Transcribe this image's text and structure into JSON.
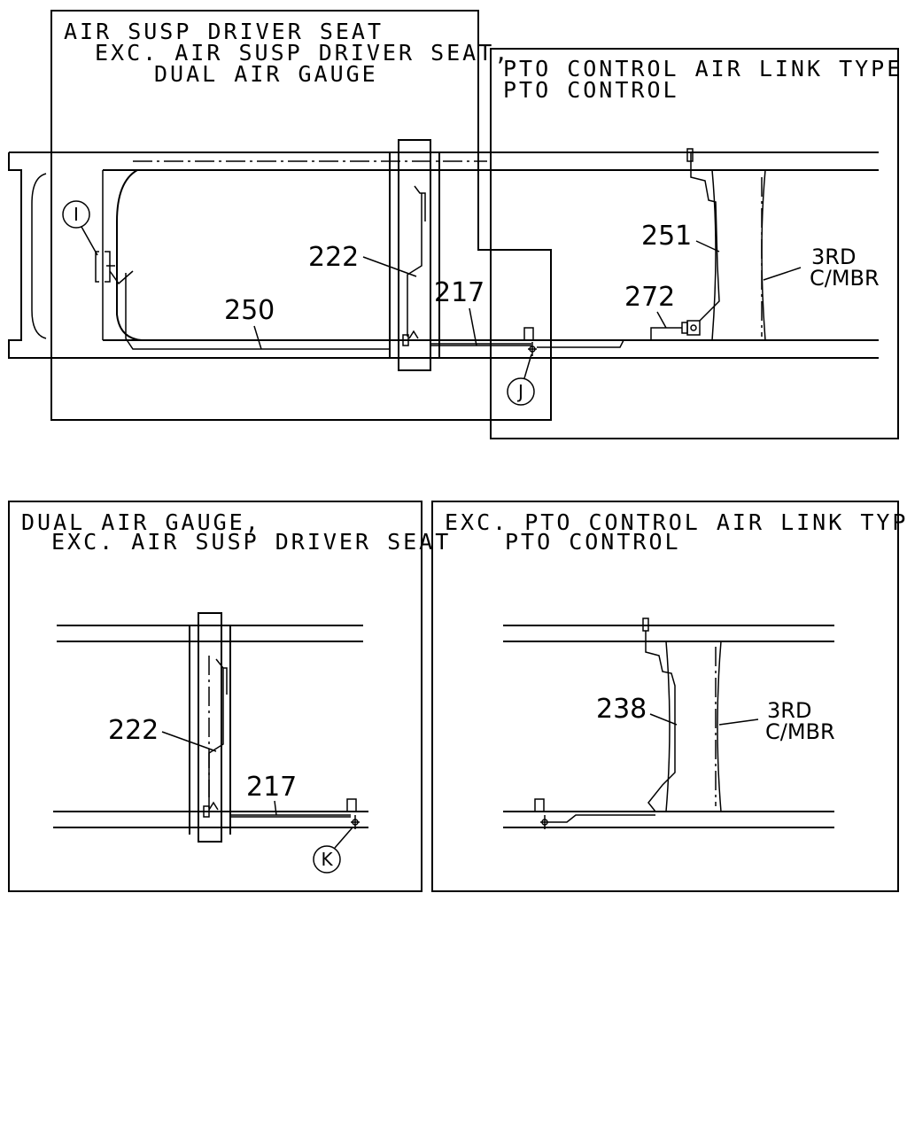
{
  "panels": {
    "p1": {
      "title": [
        "AIR SUSP DRIVER SEAT",
        "EXC. AIR SUSP DRIVER SEAT,",
        "DUAL AIR GAUGE"
      ]
    },
    "p2": {
      "title": [
        "PTO CONTROL AIR LINK TYPE,",
        "PTO CONTROL"
      ]
    },
    "p3": {
      "title": [
        "DUAL AIR GAUGE,",
        "EXC. AIR SUSP DRIVER SEAT"
      ]
    },
    "p4": {
      "title": [
        "EXC. PTO CONTROL AIR LINK TYPE,",
        "PTO CONTROL"
      ]
    }
  },
  "parts": {
    "p250": "250",
    "p222a": "222",
    "p217a": "217",
    "p251": "251",
    "p272": "272",
    "p222b": "222",
    "p217b": "217",
    "p238": "238"
  },
  "member_label": [
    "3RD",
    "C/MBR"
  ],
  "callouts": {
    "I": "I",
    "J": "J",
    "K": "K"
  }
}
